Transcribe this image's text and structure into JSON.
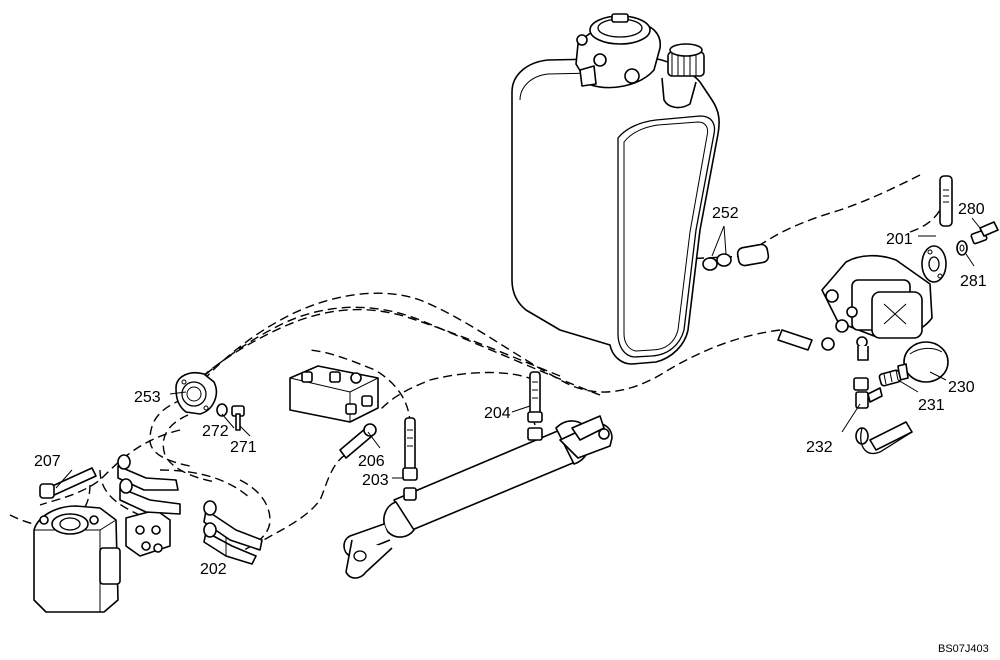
{
  "diagram": {
    "callouts": {
      "c201": "201",
      "c202": "202",
      "c203": "203",
      "c204": "204",
      "c206": "206",
      "c207": "207",
      "c230": "230",
      "c231": "231",
      "c232": "232",
      "c252": "252",
      "c253": "253",
      "c271": "271",
      "c272": "272",
      "c280": "280",
      "c281": "281"
    },
    "drawing_ref": "BS07J403"
  }
}
